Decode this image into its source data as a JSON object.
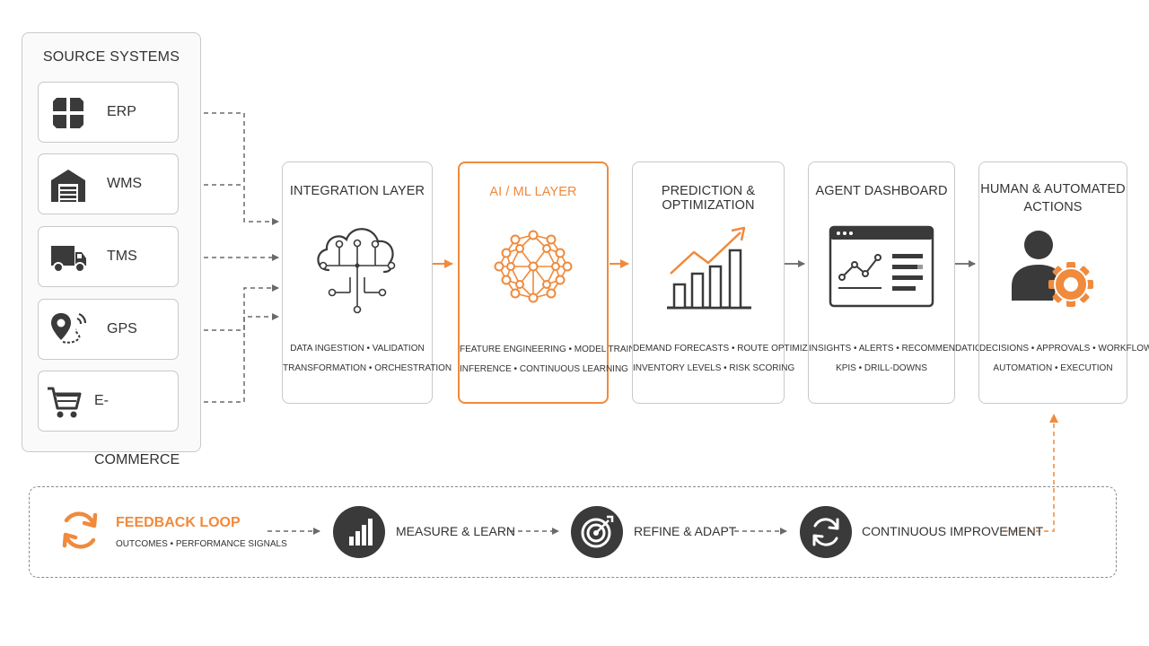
{
  "source_panel": {
    "title": "SOURCE SYSTEMS",
    "items": [
      {
        "label": "ERP",
        "icon": "building-blocks-icon"
      },
      {
        "label": "WMS",
        "icon": "warehouse-icon"
      },
      {
        "label": "TMS",
        "icon": "truck-icon"
      },
      {
        "label": "GPS",
        "icon": "location-pin-icon"
      },
      {
        "label": "E-COMMERCE",
        "icon": "shopping-cart-icon"
      }
    ]
  },
  "stages": [
    {
      "title": "INTEGRATION LAYER",
      "line1": "DATA INGESTION • VALIDATION",
      "line2": "TRANSFORMATION • ORCHESTRATION",
      "icon": "cloud-network-icon"
    },
    {
      "title": "AI / ML LAYER",
      "line1": "FEATURE ENGINEERING • MODEL TRAINING",
      "line2": "INFERENCE • CONTINUOUS LEARNING",
      "icon": "neural-network-icon"
    },
    {
      "title": "PREDICTION & OPTIMIZATION",
      "line1": "DEMAND FORECASTS • ROUTE OPTIMIZATION",
      "line2": "INVENTORY LEVELS • RISK SCORING",
      "icon": "trend-chart-icon"
    },
    {
      "title": "AGENT DASHBOARD",
      "line1": "INSIGHTS • ALERTS • RECOMMENDATIONS",
      "line2": "KPIS • DRILL-DOWNS",
      "icon": "dashboard-window-icon"
    },
    {
      "title_line1": "HUMAN & AUTOMATED",
      "title_line2": "ACTIONS",
      "line1": "DECISIONS • APPROVALS • WORKFLOWS",
      "line2": "AUTOMATION • EXECUTION",
      "icon": "person-gear-icon"
    }
  ],
  "feedback": {
    "title": "FEEDBACK LOOP",
    "subtitle": "OUTCOMES • PERFORMANCE SIGNALS",
    "steps": [
      {
        "label": "MEASURE & LEARN",
        "icon": "bar-chart-icon"
      },
      {
        "label": "REFINE & ADAPT",
        "icon": "target-icon"
      },
      {
        "label": "CONTINUOUS IMPROVEMENT",
        "icon": "refresh-icon"
      }
    ]
  },
  "colors": {
    "accent": "#f08a3c",
    "dark": "#3a3a3a",
    "border": "#c9c9c9"
  }
}
